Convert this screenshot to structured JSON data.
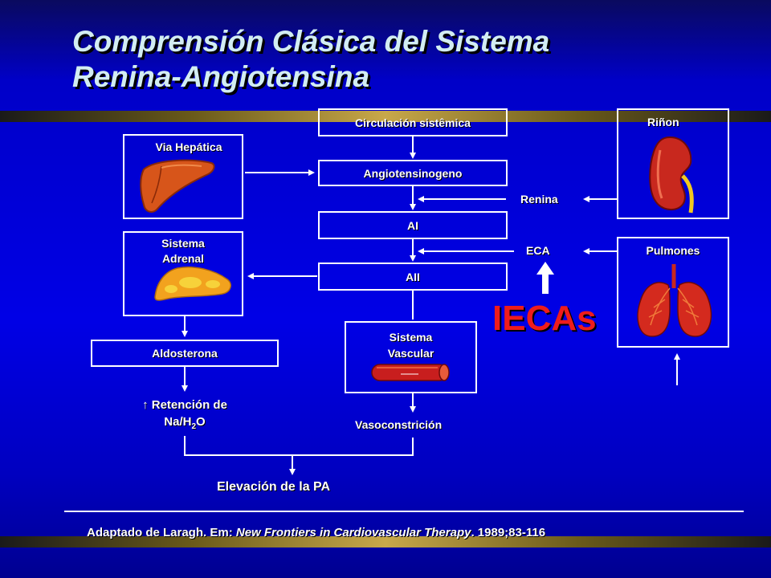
{
  "title": {
    "line1": "Comprensión Clásica del Sistema",
    "line2": "Renina-Angiotensina"
  },
  "nodes": {
    "circulacion": "Circulación sistêmica",
    "angiotensinogeno": "Angiotensinogeno",
    "ai": "AI",
    "aii": "AII",
    "via_hepatica": "Via Hepática",
    "sistema_adrenal_1": "Sistema",
    "sistema_adrenal_2": "Adrenal",
    "aldosterona": "Aldosterona",
    "sistema_vascular_1": "Sistema",
    "sistema_vascular_2": "Vascular",
    "rinon": "Riñon",
    "pulmones": "Pulmones"
  },
  "labels": {
    "renina": "Renina",
    "eca": "ECA",
    "iecas": "IECAs",
    "retencion_symbol": "↑",
    "retencion_1": "Retención de",
    "retencion_2a": "Na/H",
    "retencion_sub": "2",
    "retencion_2b": "O",
    "vasoconstricion": "Vasoconstrición",
    "elevacion": "Elevación de la PA"
  },
  "footer": {
    "prefix": "Adaptado de Laragh. Em: ",
    "journal": "New Frontiers in Cardiovascular Therapy",
    "suffix": ". 1989;83-116"
  },
  "colors": {
    "background": "#0000e6",
    "title": "#d2edf2",
    "accent_red": "#ee1c1c",
    "line": "#ffffff"
  }
}
